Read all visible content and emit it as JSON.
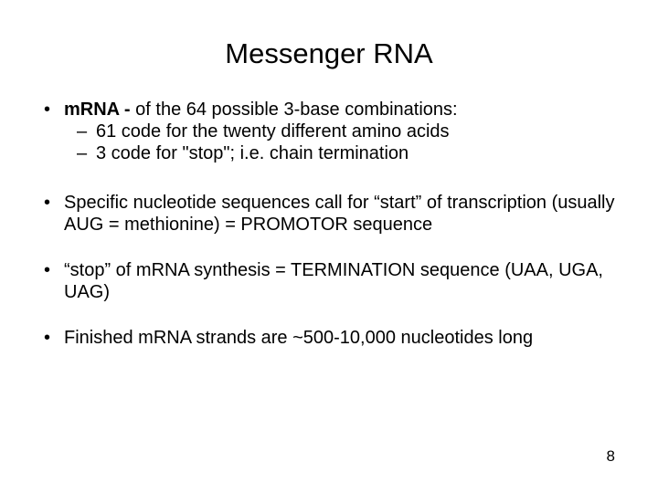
{
  "slide": {
    "title": "Messenger RNA",
    "page_number": "8",
    "bullet_marker": "•",
    "dash_marker": "–",
    "content": {
      "b1": {
        "lead_bold": "mRNA -",
        "rest": " of the 64 possible 3-base combinations:",
        "sub": [
          "61 code for the twenty different amino acids",
          "3 code for \"stop\"; i.e. chain termination"
        ]
      },
      "b2": {
        "text": "Specific nucleotide sequences call for “start” of transcription (usually  AUG = methionine) = PROMOTOR sequence"
      },
      "b3": {
        "text": "“stop” of mRNA synthesis = TERMINATION sequence (UAA, UGA, UAG)"
      },
      "b4": {
        "text": "Finished mRNA strands are ~500-10,000 nucleotides long"
      }
    }
  },
  "colors": {
    "background": "#ffffff",
    "text": "#000000"
  }
}
